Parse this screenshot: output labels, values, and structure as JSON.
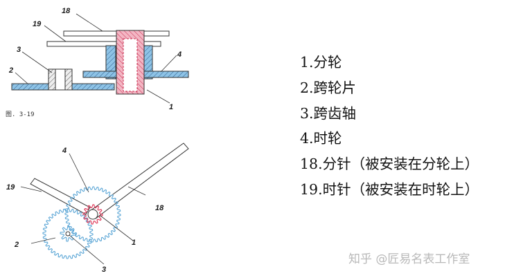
{
  "figure_label": "图. 3-19",
  "callouts": {
    "top_18": "18",
    "top_19": "19",
    "top_3": "3",
    "top_2": "2",
    "top_4": "4",
    "top_1": "1",
    "bot_4": "4",
    "bot_19": "19",
    "bot_18": "18",
    "bot_2": "2",
    "bot_1": "1",
    "bot_3": "3"
  },
  "legend": [
    "1.分轮",
    "2.跨轮片",
    "3.跨齿轴",
    "4.时轮",
    "18.分针（被安装在分轮上）",
    "19.时针（被安装在时轮上）"
  ],
  "watermark": "知乎 @匠易名表工作室",
  "colors": {
    "pink": "#e0405f",
    "blue": "#5ba6d6",
    "outline": "#333333",
    "hatch": "#2f5f8f"
  }
}
